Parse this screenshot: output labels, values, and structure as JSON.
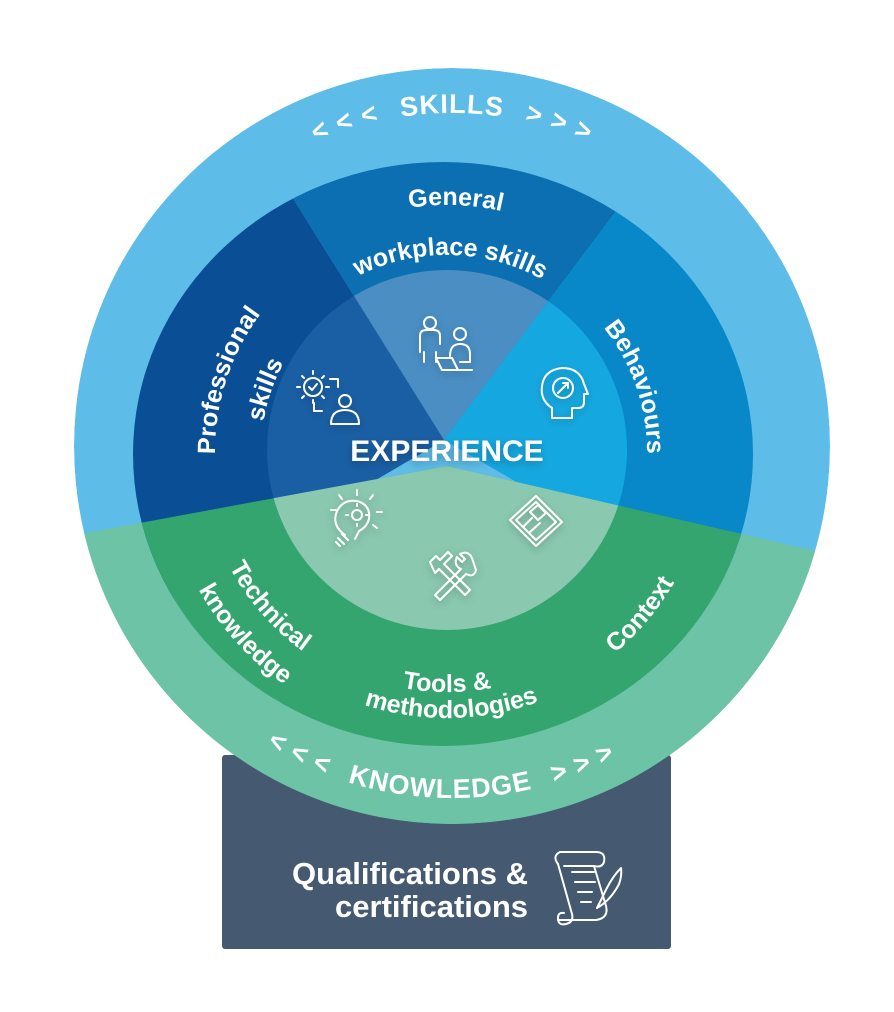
{
  "diagram": {
    "outer_ring": {
      "top_label": "SKILLS",
      "bottom_label": "KNOWLEDGE",
      "arrows_left": "<  <  <",
      "arrows_right": ">  >  >"
    },
    "center_label": "EXPERIENCE",
    "skills_segments": [
      {
        "line1": "General",
        "line2": "workplace skills",
        "icon": "people-laptop-icon"
      },
      {
        "line1": "Professional",
        "line2": "skills",
        "icon": "gear-person-icon"
      },
      {
        "line1": "Behaviours",
        "icon": "head-compass-icon"
      }
    ],
    "knowledge_segments": [
      {
        "line1": "Technical",
        "line2": "knowledge",
        "icon": "lightbulb-gear-icon"
      },
      {
        "line1": "Tools &",
        "line2": "methodologies",
        "icon": "tools-icon"
      },
      {
        "line1": "Context",
        "icon": "newspaper-icon"
      }
    ],
    "base": {
      "line1": "Qualifications &",
      "line2": "certifications",
      "icon": "scroll-quill-icon"
    },
    "colors": {
      "skills_outer": "#5ebde8",
      "knowledge_outer": "#6cc3a6",
      "professional": "#0a4f96",
      "general": "#0b6fb1",
      "behaviours": "#0887c9",
      "knowledge_inner": "#35a570",
      "base_box": "#455a70"
    }
  }
}
